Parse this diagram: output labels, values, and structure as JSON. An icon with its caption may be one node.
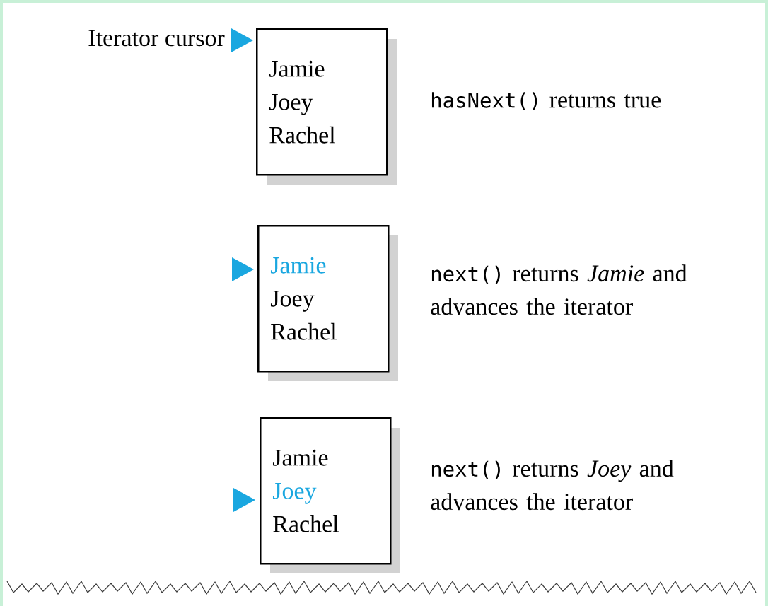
{
  "diagram": {
    "nodes": [
      {
        "text": [
          "Jamie",
          "Joey",
          "Rachel"
        ]
      },
      {
        "text": [
          "Jamie",
          "Joey",
          "Rachel"
        ]
      },
      {
        "text": [
          "Jamie",
          "Joey",
          "Rachel"
        ]
      }
    ],
    "edges": [],
    "labels": [
      "Iterator cursor",
      "hasNext()",
      "returns true",
      "next()",
      "returns *Jamie* and advances the iterator",
      "next()",
      "returns *Joey* and advances the iterator"
    ]
  }
}
